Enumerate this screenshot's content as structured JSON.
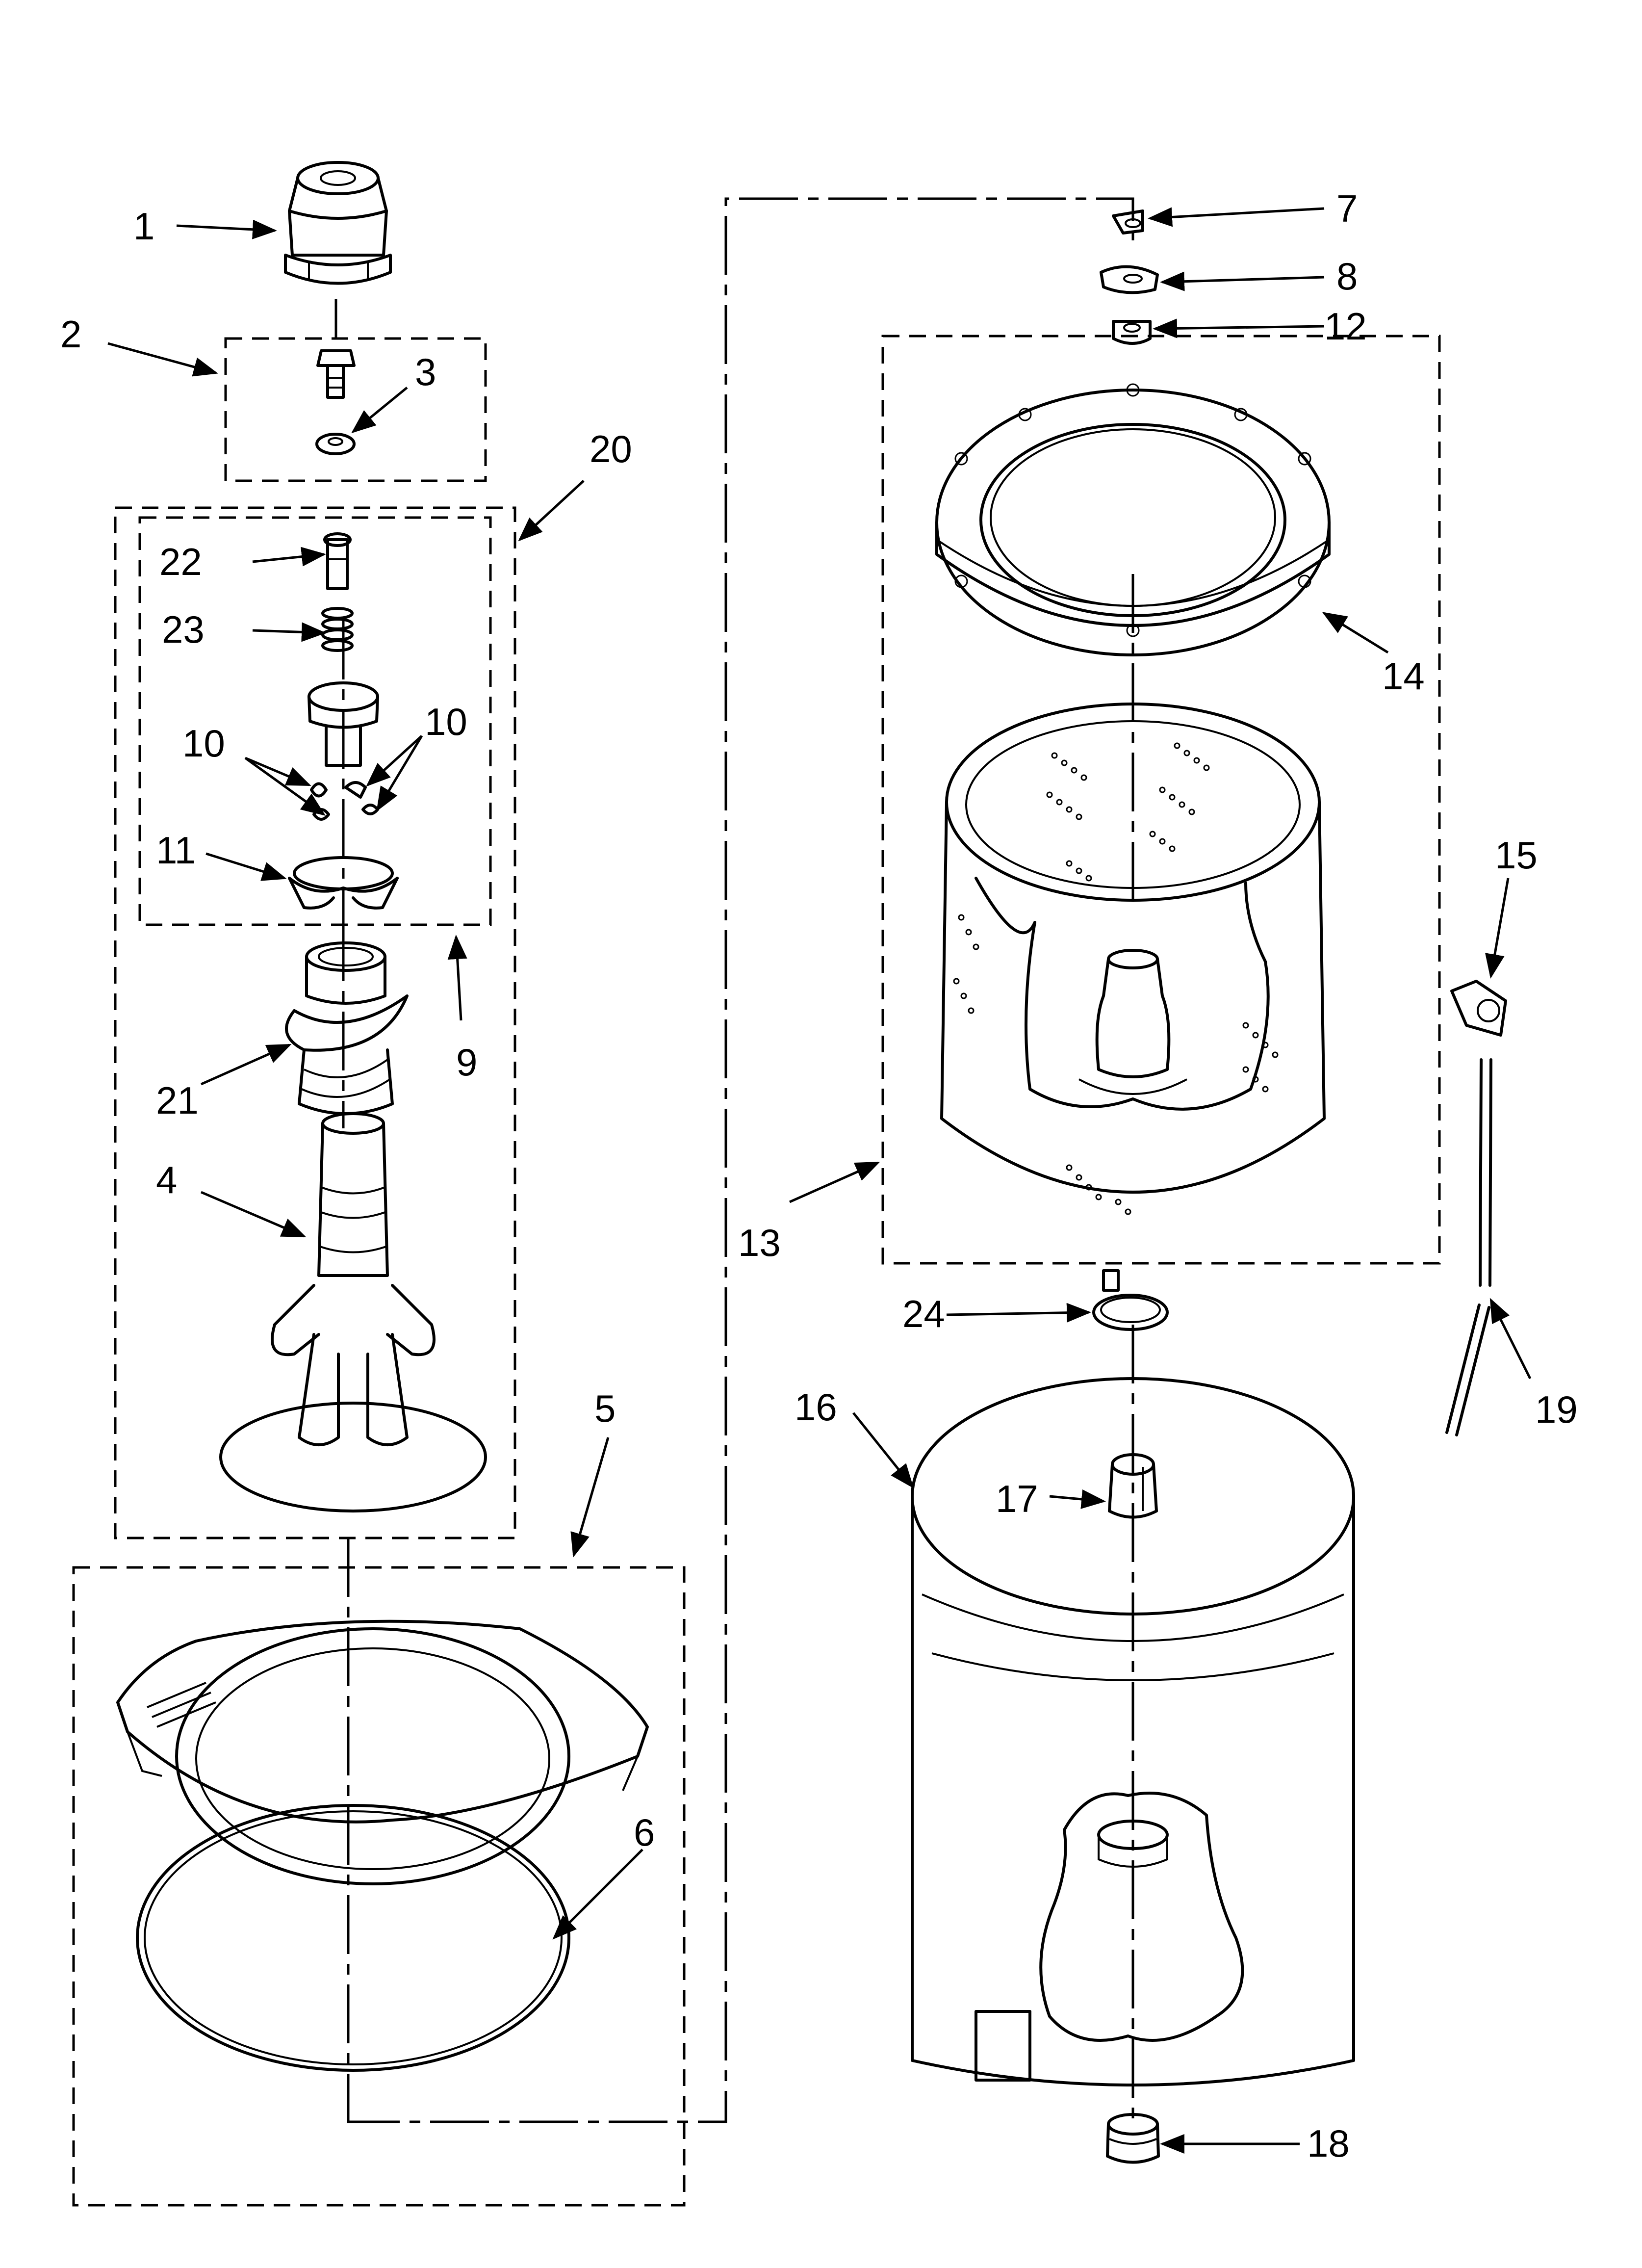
{
  "callouts": [
    {
      "id": "1",
      "text": "1"
    },
    {
      "id": "2",
      "text": "2"
    },
    {
      "id": "3",
      "text": "3"
    },
    {
      "id": "4",
      "text": "4"
    },
    {
      "id": "5",
      "text": "5"
    },
    {
      "id": "6",
      "text": "6"
    },
    {
      "id": "7",
      "text": "7"
    },
    {
      "id": "8",
      "text": "8"
    },
    {
      "id": "9",
      "text": "9"
    },
    {
      "id": "10a",
      "text": "10"
    },
    {
      "id": "10b",
      "text": "10"
    },
    {
      "id": "11",
      "text": "11"
    },
    {
      "id": "12",
      "text": "12"
    },
    {
      "id": "13",
      "text": "13"
    },
    {
      "id": "14",
      "text": "14"
    },
    {
      "id": "15",
      "text": "15"
    },
    {
      "id": "16",
      "text": "16"
    },
    {
      "id": "17",
      "text": "17"
    },
    {
      "id": "18",
      "text": "18"
    },
    {
      "id": "19",
      "text": "19"
    },
    {
      "id": "20",
      "text": "20"
    },
    {
      "id": "21",
      "text": "21"
    },
    {
      "id": "22",
      "text": "22"
    },
    {
      "id": "23",
      "text": "23"
    },
    {
      "id": "24",
      "text": "24"
    }
  ]
}
